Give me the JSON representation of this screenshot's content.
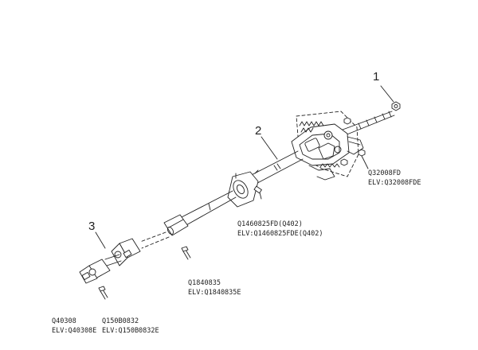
{
  "callouts": {
    "item1": "1",
    "item2": "2",
    "item3": "3"
  },
  "parts": {
    "nut": {
      "number": "Q32008FD",
      "elv": "ELV:Q32008FDE"
    },
    "column_bolt": {
      "number": "Q1460825FD(Q402)",
      "elv": "ELV:Q1460825FDE(Q402)"
    },
    "shaft_bolt": {
      "number": "Q1840835",
      "elv": "ELV:Q1840835E"
    },
    "joint_nut": {
      "number": "Q40308",
      "elv": "ELV:Q40308E"
    },
    "joint_bolt": {
      "number": "Q150B0832",
      "elv": "ELV:Q150B0832E"
    }
  },
  "colors": {
    "line": "#222222",
    "fill": "#ffffff"
  }
}
